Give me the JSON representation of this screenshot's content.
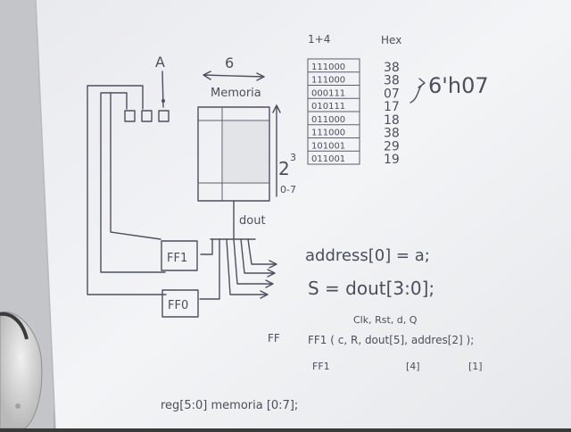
{
  "notes": {
    "signal_a": "A",
    "width_label": "6",
    "memory_label": "Memoria",
    "depth_label": "2",
    "depth_exp": "3",
    "range_label": "0-7",
    "dout_label": "dout",
    "ff1_label": "FF1",
    "ff0_label": "FF0",
    "col_header_left": "1+4",
    "col_header_right": "Hex",
    "binary_rows": [
      "111000",
      "111000",
      "000111",
      "010111",
      "011000",
      "111000",
      "101001",
      "011001"
    ],
    "hex_rows": [
      "38",
      "38",
      "07",
      "17",
      "18",
      "38",
      "29",
      "19"
    ],
    "hex_result": "6'h07",
    "eq_address": "address[0] = a;",
    "eq_s": "S = dout[3:0];",
    "ff_ports": "Clk, Rst, d, Q",
    "ff_keyword": "FF",
    "ff_instance": "FF1 ( c, R, dout[5], addres[2] );",
    "ff1_second": "FF1",
    "ff1_idx_a": "[4]",
    "ff1_idx_b": "[1]",
    "reg_decl": "reg[5:0] memoria [0:7];"
  }
}
